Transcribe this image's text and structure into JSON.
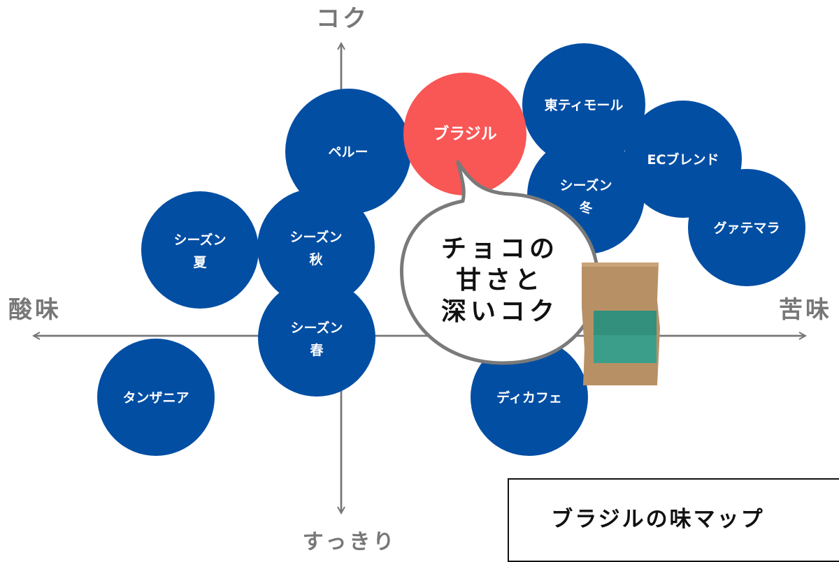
{
  "axes": {
    "top": "コク",
    "bottom": "すっきり",
    "left": "酸味",
    "right": "苦味"
  },
  "colors": {
    "coffee": "#024ea3",
    "highlight": "#f95656",
    "axis": "#777777"
  },
  "coffees": [
    {
      "name": "ペルー",
      "line2": ""
    },
    {
      "name": "東ティモール",
      "line2": ""
    },
    {
      "name": "ECブレンド",
      "line2": ""
    },
    {
      "name": "シーズン",
      "line2": "冬"
    },
    {
      "name": "グァテマラ",
      "line2": ""
    },
    {
      "name": "シーズン",
      "line2": "夏"
    },
    {
      "name": "シーズン",
      "line2": "秋"
    },
    {
      "name": "シーズン",
      "line2": "春"
    },
    {
      "name": "タンザニア",
      "line2": ""
    },
    {
      "name": "ディカフェ",
      "line2": ""
    },
    {
      "name": "ブラジル",
      "line2": ""
    }
  ],
  "bubble": {
    "line1": "チョコの",
    "line2": "甘さと",
    "line3": "深いコク"
  },
  "title": "ブラジルの味マップ"
}
